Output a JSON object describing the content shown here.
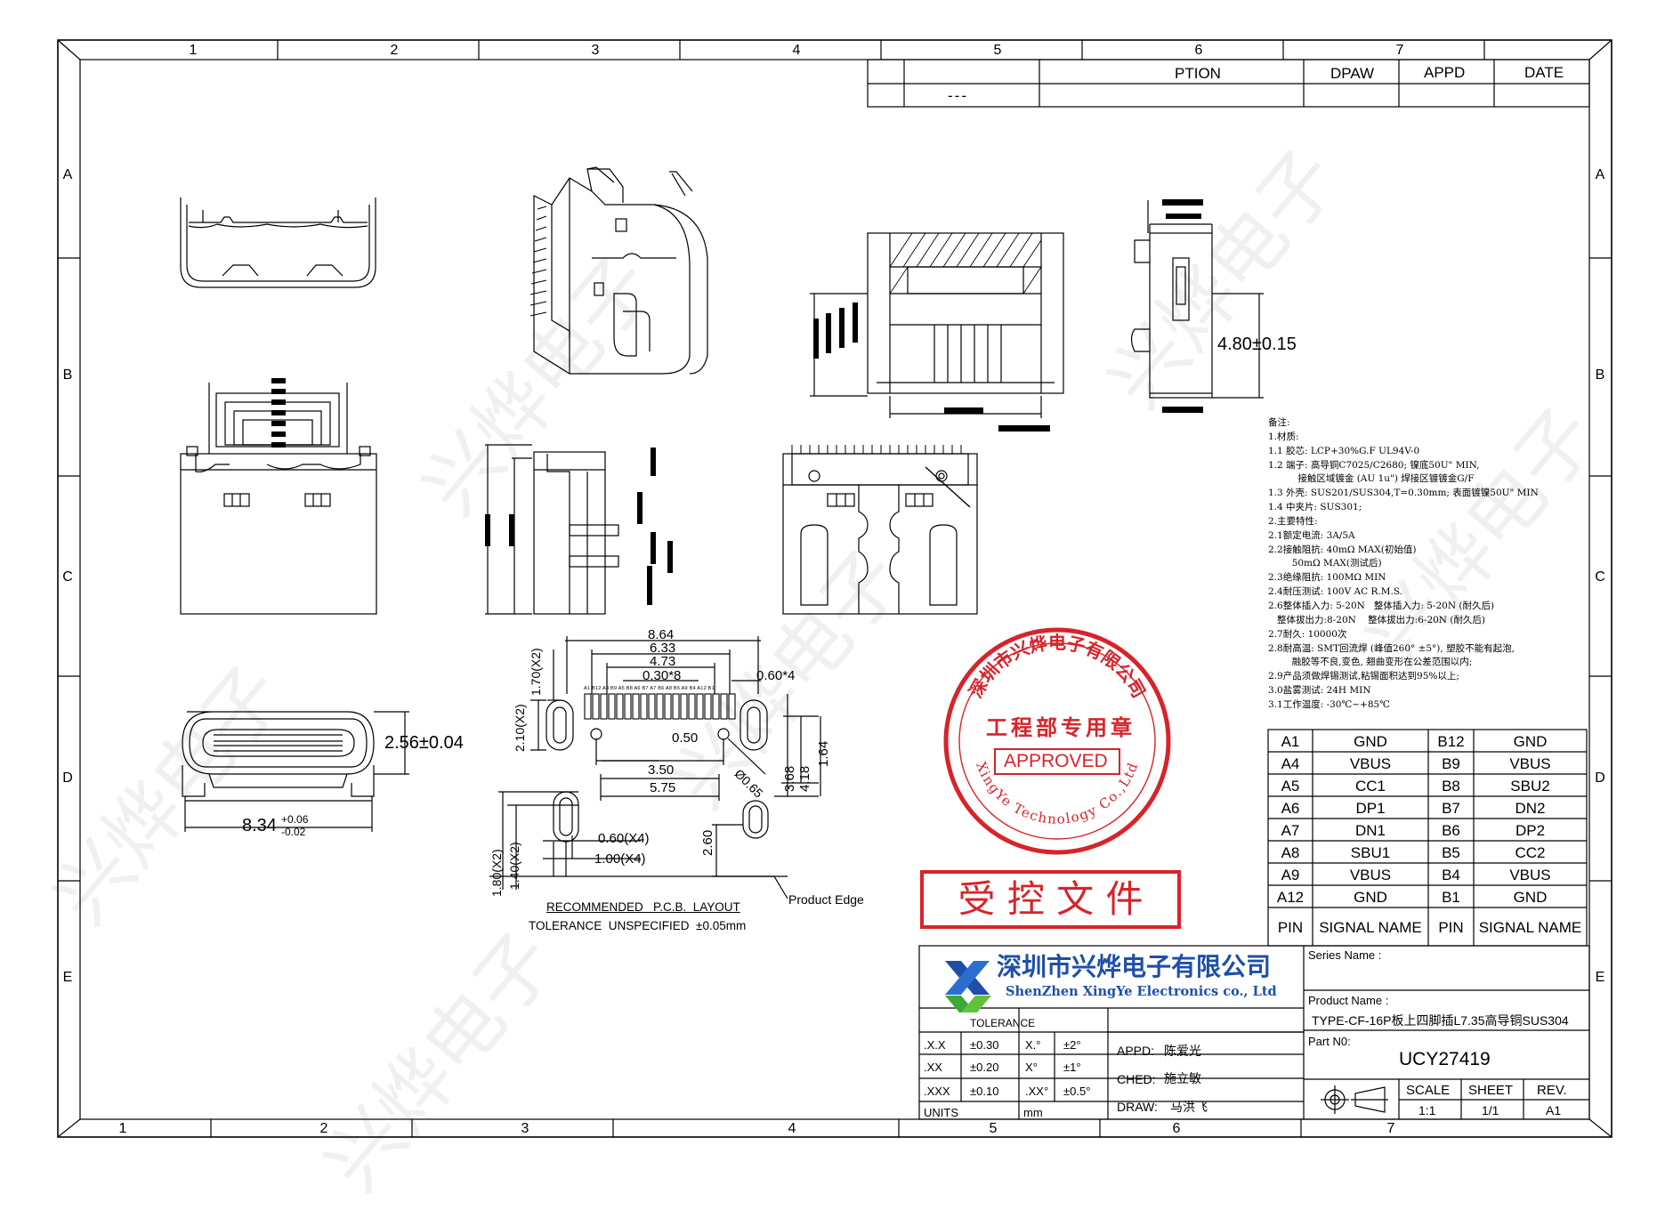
{
  "border": {
    "columns_top": [
      "1",
      "2",
      "3",
      "4",
      "5",
      "6",
      "7"
    ],
    "columns_bottom": [
      "1",
      "2",
      "3",
      "4",
      "5",
      "6",
      "7"
    ],
    "rows": [
      "A",
      "B",
      "C",
      "D",
      "E"
    ]
  },
  "revision": {
    "headers": [
      "PTION",
      "DPAW",
      "APPD",
      "DATE"
    ],
    "row_values": [
      "---"
    ]
  },
  "dimensions": {
    "height": "4.80±0.15",
    "width_side": "2.56±0.04",
    "length_main": "8.34",
    "length_tol_plus": "+0.06",
    "length_tol_minus": "-0.02",
    "pcb": {
      "d864": "8.64",
      "d633": "6.33",
      "d473": "4.73",
      "d030x8": "0.30*8",
      "d060x4": "0.60*4",
      "d170x2": "1.70(X2)",
      "d210x2": "2.10(X2)",
      "d050": "0.50",
      "d065": "Ø0.65",
      "d350": "3.50",
      "d575": "5.75",
      "d368": "3.68",
      "d418": "4.18",
      "d164": "1.64",
      "d060x4b": "0.60(X4)",
      "d100x4": "1.00(X4)",
      "d260": "2.60",
      "d180x2": "1.80(X2)",
      "d140x2": "1.40(X2)",
      "pin_labels": [
        "A1",
        "B12",
        "A4",
        "B9",
        "A5",
        "B8",
        "A6",
        "B7",
        "A7",
        "B6",
        "A8",
        "B5",
        "A9",
        "B4",
        "A12",
        "B1"
      ]
    },
    "product_edge": "Product Edge",
    "layout_title": "RECOMMENDED   P.C.B.  LAYOUT",
    "tolerance_note": "TOLERANCE  UNSPECIFIED  ±0.05mm"
  },
  "notes": [
    "备注:",
    "1.材质:",
    "1.1 胶芯: LCP+30%G.F UL94V-0",
    "1.2 端子: 高导铜C7025/C2680; 镍底50U\" MIN,",
    "          接触区域镀金 (AU 1u\") 焊接区镀镀金G/F",
    "1.3 外壳: SUS201/SUS304,T=0.30mm; 表面镀镍50U\" MIN",
    "1.4 中夹片: SUS301;",
    "2.主要特性:",
    "2.1额定电流: 3A/5A",
    "2.2接触阻抗: 40mΩ MAX(初始值)",
    "        50mΩ MAX(测试后)",
    "2.3绝缘阻抗: 100MΩ MIN",
    "2.4耐压测试: 100V AC R.M.S.",
    "2.6整体插入力: 5-20N   整体插入力: 5-20N (耐久后)",
    "   整体拔出力:8-20N    整体拔出力:6-20N (耐久后)",
    "2.7耐久: 10000次",
    "2.8耐高温: SMT回流焊 (峰值260° ±5°), 塑胶不能有起泡,",
    "        融胶等不良,变色, 翘曲变形在公差范围以内;",
    "2.9产品须做焊锡测试,粘锡面积达到95%以上;",
    "3.0盐雾测试: 24H MIN",
    "3.1工作温度: -30℃~+85℃"
  ],
  "pin_table": {
    "rows": [
      [
        "A1",
        "GND",
        "B12",
        "GND"
      ],
      [
        "A4",
        "VBUS",
        "B9",
        "VBUS"
      ],
      [
        "A5",
        "CC1",
        "B8",
        "SBU2"
      ],
      [
        "A6",
        "DP1",
        "B7",
        "DN2"
      ],
      [
        "A7",
        "DN1",
        "B6",
        "DP2"
      ],
      [
        "A8",
        "SBU1",
        "B5",
        "CC2"
      ],
      [
        "A9",
        "VBUS",
        "B4",
        "VBUS"
      ],
      [
        "A12",
        "GND",
        "B1",
        "GND"
      ]
    ],
    "header": [
      "PIN",
      "SIGNAL NAME",
      "PIN",
      "SIGNAL NAME"
    ]
  },
  "stamps": {
    "round_top": "深圳市兴烨电子有限公司",
    "round_middle": "工程部专用章",
    "round_approved": "APPROVED",
    "round_bottom": "XingYe Technology Co.,Ltd",
    "controlled": "受 控 文 件"
  },
  "company": {
    "name_cn": "深圳市兴烨电子有限公司",
    "name_en": "ShenZhen XingYe Electronics co., Ltd"
  },
  "title_block": {
    "series_label": "Series Name :",
    "series_value": "",
    "product_label": "Product Name :",
    "product_value": "TYPE-CF-16P板上四脚插L7.35高导铜SUS304",
    "part_label": "Part N0:",
    "part_value": "UCY27419",
    "tolerance_title": "TOLERANCE",
    "tol_rows": [
      [
        ".X.X",
        "±0.30",
        "X.°",
        "±2°"
      ],
      [
        ".XX",
        "±0.20",
        "X°",
        "±1°"
      ],
      [
        ".XXX",
        "±0.10",
        ".XX°",
        "±0.5°"
      ]
    ],
    "units_label": "UNITS",
    "units_value": "mm",
    "appd_label": "APPD:",
    "appd_name": "陈爱光",
    "ched_label": "CHED:",
    "ched_name": "施立敏",
    "draw_label": "DRAW:",
    "draw_name": "马洪飞",
    "scale_label": "SCALE",
    "scale_value": "1:1",
    "sheet_label": "SHEET",
    "sheet_value": "1/1",
    "rev_label": "REV.",
    "rev_value": "A1"
  },
  "watermark": "兴烨电子",
  "colors": {
    "line": "#000000",
    "stamp_red": "#d8232a",
    "logo_blue": "#1f4fa8",
    "logo_green": "#3aa935",
    "watermark": "#bdbdbd"
  }
}
